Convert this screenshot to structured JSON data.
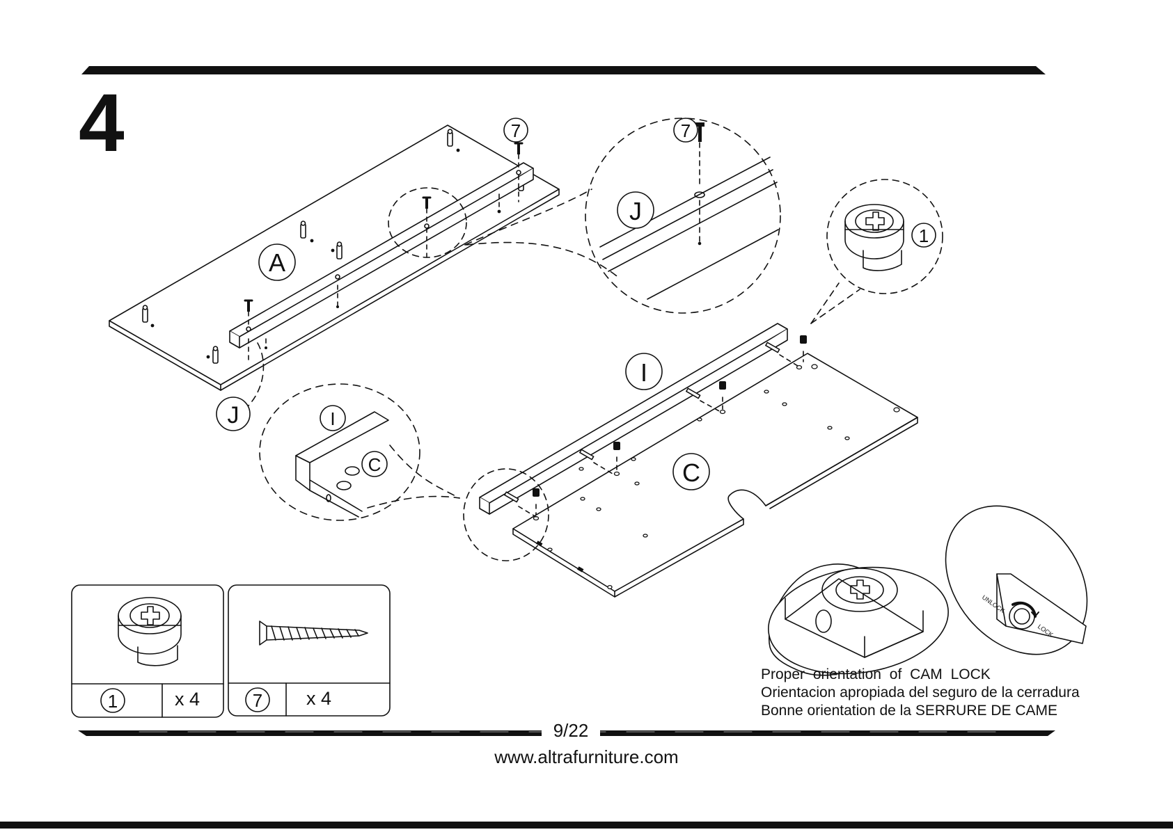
{
  "step": {
    "number": "4"
  },
  "part_labels": {
    "A": "A",
    "J": "J",
    "J_detail": "J",
    "I": "I",
    "I_detail": "I",
    "C": "C",
    "C_detail": "C",
    "hw7": "7",
    "hw7_detail": "7",
    "hw1_detail": "1"
  },
  "cam_lock_marks": {
    "unlock": "UNLOCK",
    "lock": "LOCK"
  },
  "hardware": [
    {
      "id": "1",
      "qty": "x 4",
      "icon": "cam-lock-icon"
    },
    {
      "id": "7",
      "qty": "x 4",
      "icon": "screw-icon"
    }
  ],
  "orientation_note": {
    "en": "Proper orientation of CAM LOCK",
    "es": "Orientacion apropiada del seguro de la cerradura",
    "fr": "Bonne orientation de la SERRURE DE CAME"
  },
  "footer": {
    "page": "9/22",
    "website": "www.altrafurniture.com"
  }
}
